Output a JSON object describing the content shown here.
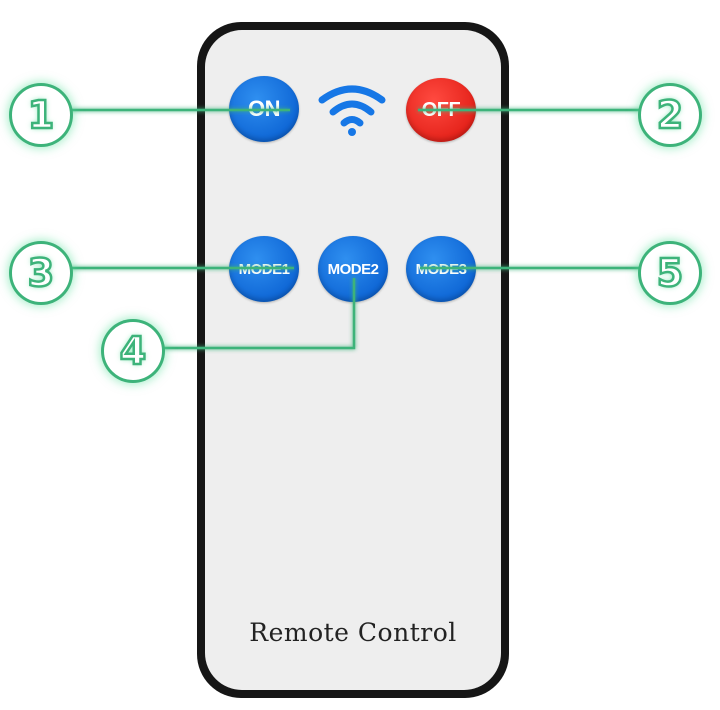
{
  "remote": {
    "label": "Remote Control",
    "buttons": {
      "on": "ON",
      "off": "OFF",
      "mode1": "MODE1",
      "mode2": "MODE2",
      "mode3": "MODE3"
    },
    "signal_icon": "wifi-icon"
  },
  "callouts": [
    {
      "number": "1",
      "target": "on"
    },
    {
      "number": "2",
      "target": "off"
    },
    {
      "number": "3",
      "target": "mode1"
    },
    {
      "number": "4",
      "target": "mode2"
    },
    {
      "number": "5",
      "target": "mode3"
    }
  ],
  "colors": {
    "button_blue": "#0f67d6",
    "button_red": "#e5231b",
    "callout_green": "#3db37a",
    "remote_body": "#eeeeee",
    "remote_frame": "#161616"
  }
}
